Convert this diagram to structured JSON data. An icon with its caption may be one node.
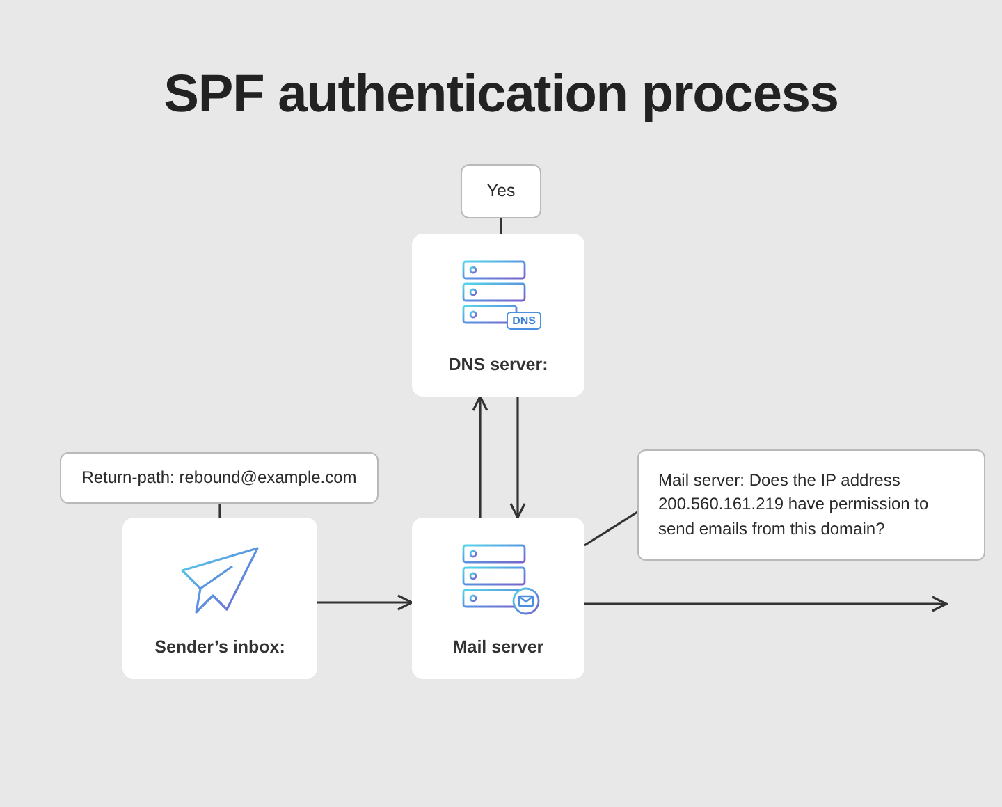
{
  "diagram": {
    "title": "SPF authentication process",
    "nodes": [
      {
        "text": [
          "Yes"
        ]
      },
      {
        "text": [
          "DNS server:"
        ]
      },
      {
        "text": [
          "Return-path: rebound@example.com"
        ]
      },
      {
        "text": [
          "Sender’s inbox:"
        ]
      },
      {
        "text": [
          "Mail server"
        ]
      },
      {
        "text": [
          "Mail server: Does the IP address 200.560.161.219 have permission to send emails from this domain?"
        ]
      }
    ],
    "edges": [
      {
        "from": 0,
        "to": 1,
        "arrow": "none"
      },
      {
        "from": 4,
        "to": 1,
        "arrow": "to"
      },
      {
        "from": 1,
        "to": 4,
        "arrow": "to"
      },
      {
        "from": 2,
        "to": 3,
        "arrow": "none"
      },
      {
        "from": 3,
        "to": 4,
        "arrow": "to"
      },
      {
        "from": 4,
        "to": 5,
        "arrow": "none"
      },
      {
        "from": 4,
        "to": null,
        "arrow": "to"
      }
    ],
    "labels": [
      "DNS"
    ]
  }
}
